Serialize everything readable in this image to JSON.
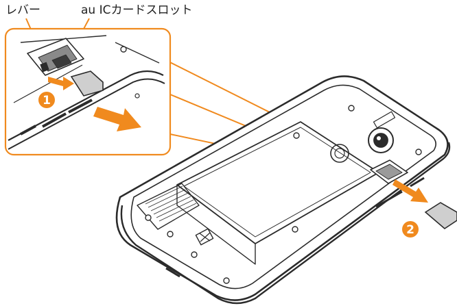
{
  "labels": {
    "lever": "レバー",
    "card_slot": "au ICカードスロット"
  },
  "steps": [
    "1",
    "2"
  ],
  "colors": {
    "accent": "#f08a1e",
    "line": "#2b2b2b",
    "shade": "#cfcfcf",
    "background": "#ffffff"
  }
}
